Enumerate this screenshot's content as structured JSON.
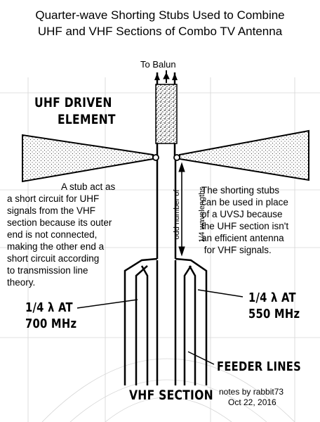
{
  "title": {
    "line1": "Quarter-wave Shorting Stubs Used to Combine",
    "line2": "UHF and VHF Sections of Combo TV Antenna"
  },
  "labels": {
    "to_balun": "To Balun",
    "uhf_driven_line1": "UHF DRIVEN",
    "uhf_driven_line2": "ELEMENT",
    "odd_number_line1": "odd number of",
    "odd_number_line2": "1/4 wavelengths",
    "quarter_700_line1": "1/4 λ AT",
    "quarter_700_line2": "700 MHz",
    "quarter_550_line1": "1/4 λ AT",
    "quarter_550_line2": "550 MHz",
    "feeder_lines": "FEEDER LINES",
    "vhf_section": "VHF SECTION"
  },
  "notes": {
    "left": [
      "A stub act as",
      "a short circuit for UHF",
      "signals from the VHF",
      "section because its outer",
      "end is not connected,",
      "making the other end a",
      "short circuit according",
      "to transmission line",
      "theory."
    ],
    "right": [
      "The shorting stubs",
      "can be used in place",
      "of a UVSJ because",
      "the UHF section isn't",
      "an efficient antenna",
      " for VHF signals."
    ],
    "credit_line1": "notes by rabbit73",
    "credit_line2": "Oct 22, 2016"
  }
}
